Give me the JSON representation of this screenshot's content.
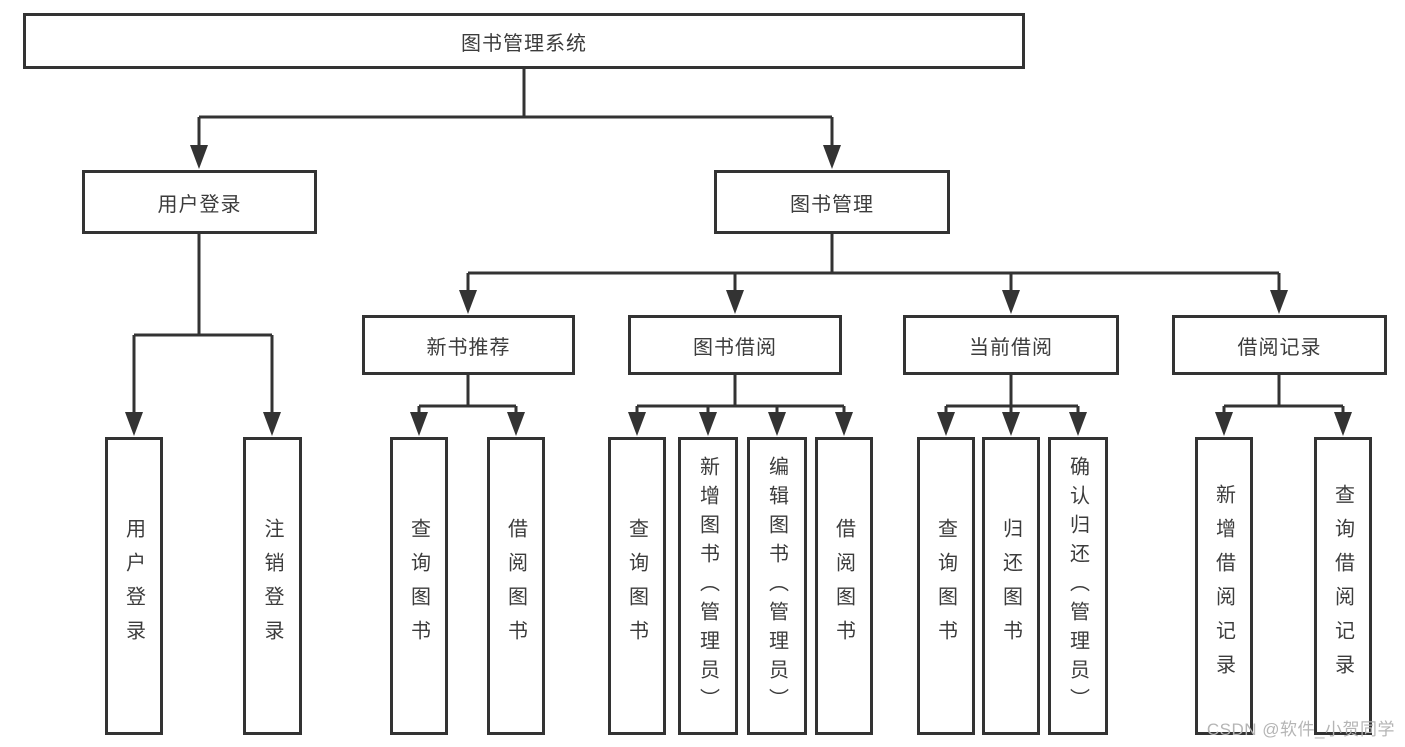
{
  "diagram": {
    "root": "图书管理系统",
    "level2": {
      "user": "用户登录",
      "books": "图书管理"
    },
    "user_children": [
      "用户登录",
      "注销登录"
    ],
    "books_sections": [
      {
        "label": "新书推荐",
        "children": [
          "查询图书",
          "借阅图书"
        ]
      },
      {
        "label": "图书借阅",
        "children": [
          "查询图书",
          "新增图书（管理员）",
          "编辑图书（管理员）",
          "借阅图书"
        ]
      },
      {
        "label": "当前借阅",
        "children": [
          "查询图书",
          "归还图书",
          "确认归还（管理员）"
        ]
      },
      {
        "label": "借阅记录",
        "children": [
          "新增借阅记录",
          "查询借阅记录"
        ]
      }
    ]
  },
  "watermark": "CSDN @软件_小贺同学",
  "colors": {
    "line": "#333333",
    "text": "#3c3c3c",
    "watermark": "#b5b5b5",
    "background": "#ffffff"
  }
}
